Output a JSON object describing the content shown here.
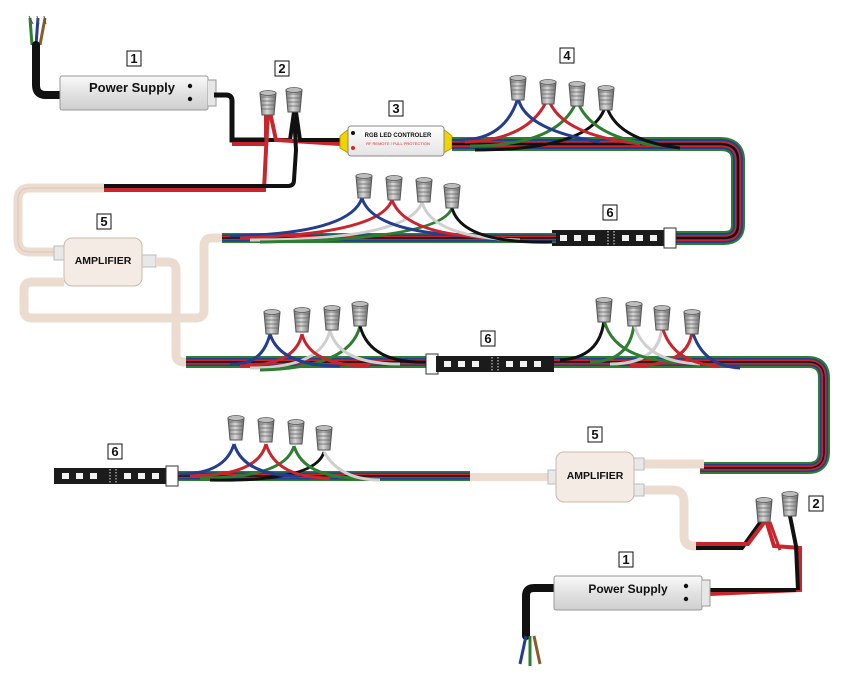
{
  "labels": {
    "power_supply": "Power Supply",
    "amplifier": "AMPLIFIER",
    "controller": "RGB LED CONTROLER",
    "controller_sub": "RF REMOTE / FULL PROTECTION"
  },
  "numbers": {
    "n1": "1",
    "n2": "2",
    "n3": "3",
    "n4": "4",
    "n5": "5",
    "n6": "6"
  },
  "colors": {
    "red": "#c8262c",
    "green": "#2e7d32",
    "blue": "#233d8f",
    "black": "#111111",
    "white_wire": "#cfcfcf",
    "cable": "#ecdcd0",
    "connector": "#9a9a9a"
  }
}
